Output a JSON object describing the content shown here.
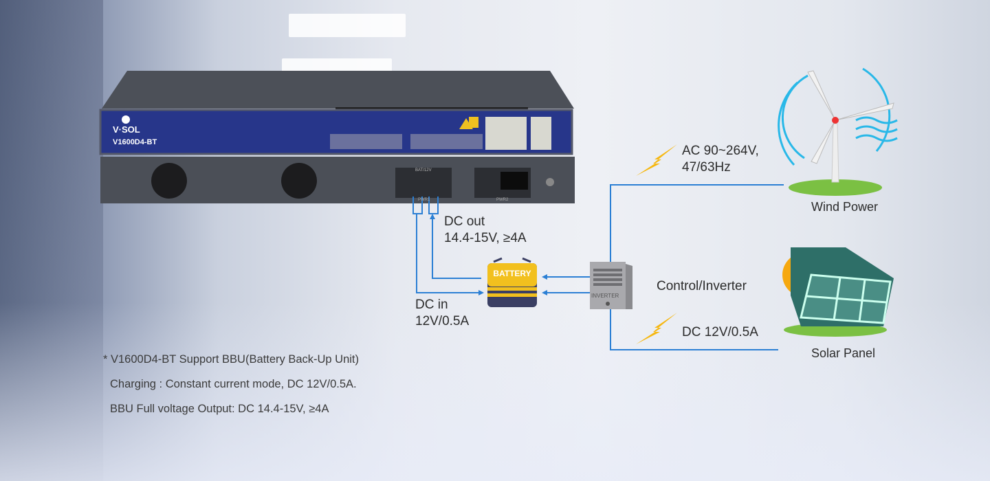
{
  "device": {
    "brand": "V·SOL",
    "model": "V1600D4-BT",
    "terminal_label": "BAT/12V",
    "pwr1_label": "PWR1",
    "pwr2_label": "PWR2"
  },
  "labels": {
    "ac_line1": "AC 90~264V,",
    "ac_line2": "47/63Hz",
    "dc_out_line1": "DC out",
    "dc_out_line2": "14.4-15V, ≥4A",
    "dc_in_line1": "DC in",
    "dc_in_line2": "12V/0.5A",
    "inverter": "Control/Inverter",
    "dc_solar": "DC 12V/0.5A",
    "wind": "Wind Power",
    "solar": "Solar Panel",
    "battery": "BATTERY",
    "inverter_plate": "INVERTER"
  },
  "notes": [
    "* V1600D4-BT Support BBU(Battery Back-Up Unit)",
    "Charging : Constant current mode, DC 12V/0.5A.",
    "BBU Full voltage Output: DC 14.4-15V, ≥4A"
  ],
  "colors": {
    "line": "#2b7fd4",
    "bolt": "#f6b70f",
    "panel": "#27368a",
    "battery": "#f2c01e"
  }
}
